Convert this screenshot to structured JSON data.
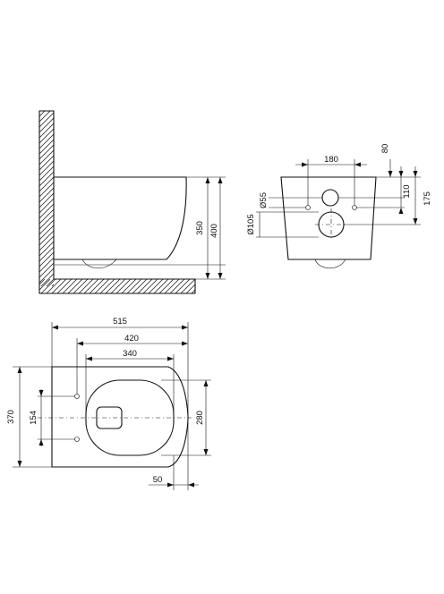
{
  "side_view": {
    "dim_height_350": "350",
    "dim_height_400": "400"
  },
  "front_view": {
    "dim_width_180": "180",
    "dim_80": "80",
    "dim_110": "110",
    "dim_175": "175",
    "dim_dia_55": "Ø55",
    "dim_dia_105": "Ø105"
  },
  "top_view": {
    "dim_length_515": "515",
    "dim_length_420": "420",
    "dim_length_340": "340",
    "dim_width_370": "370",
    "dim_154": "154",
    "dim_280": "280",
    "dim_50": "50"
  },
  "colors": {
    "line": "#111111",
    "background": "#ffffff"
  }
}
